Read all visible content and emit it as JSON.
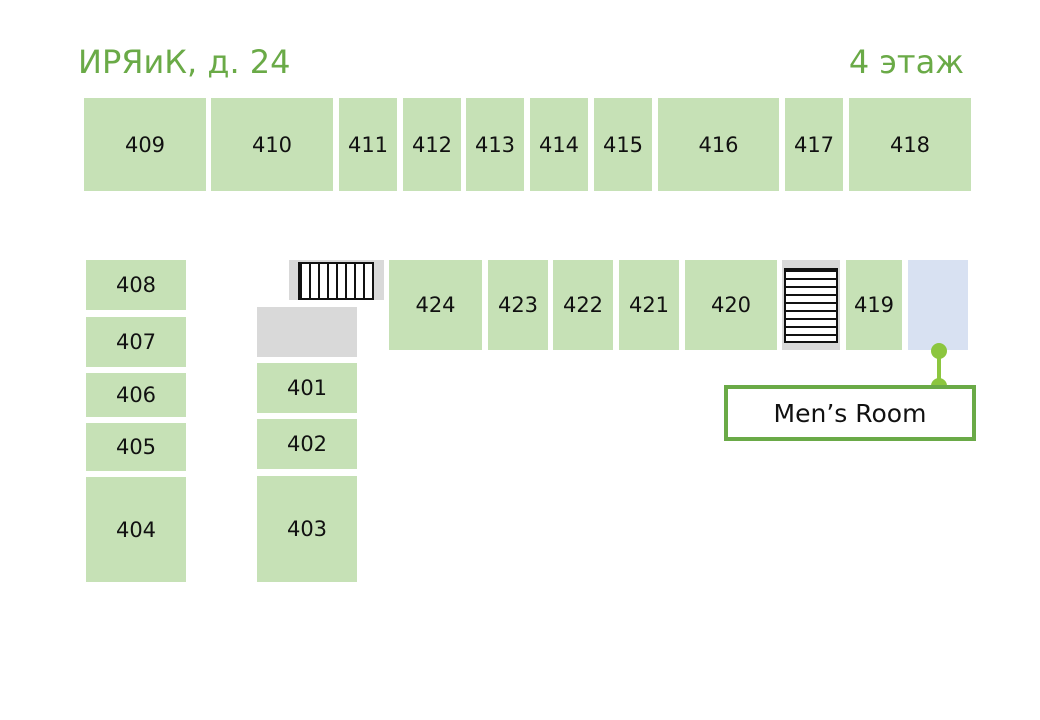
{
  "header": {
    "building": "ИРЯиК, д. 24",
    "floor": "4 этаж",
    "accent_color": "#6aaa47"
  },
  "colors": {
    "room": "#c6e1b6",
    "service": "#d9d9d9",
    "restroom": "#d8e1f2",
    "connector": "#8cc63f"
  },
  "rooms": {
    "r401": "401",
    "r402": "402",
    "r403": "403",
    "r404": "404",
    "r405": "405",
    "r406": "406",
    "r407": "407",
    "r408": "408",
    "r409": "409",
    "r410": "410",
    "r411": "411",
    "r412": "412",
    "r413": "413",
    "r414": "414",
    "r415": "415",
    "r416": "416",
    "r417": "417",
    "r418": "418",
    "r419": "419",
    "r420": "420",
    "r421": "421",
    "r422": "422",
    "r423": "423",
    "r424": "424"
  },
  "callout": {
    "label": "Men’s Room",
    "icon": "restroom-callout"
  }
}
